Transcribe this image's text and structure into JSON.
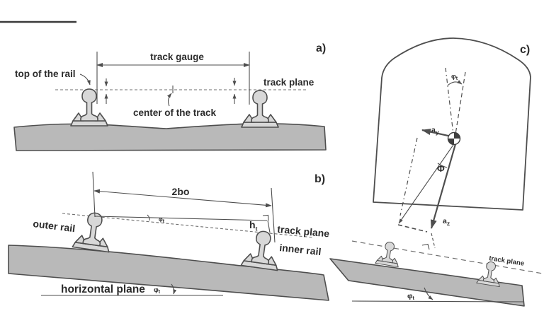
{
  "colors": {
    "bed": "#b9b9b9",
    "rail": "#d8d8d8",
    "line": "#4e4e4e",
    "dash": "#6f6f6f",
    "text": "#2b2b2b"
  },
  "figure_a": {
    "tag": "a)",
    "track_gauge": "track gauge",
    "top_of_the_rail": "top of the rail",
    "track_plane": "track plane",
    "center_of_the_track": "center of the track"
  },
  "figure_b": {
    "tag": "b)",
    "dim_2bo": "2bo",
    "outer_rail": "outer rail",
    "inner_rail": "inner rail",
    "track_plane": "track plane",
    "horizontal_plane": "horizontal plane",
    "cant_height": "h",
    "cant_height_sub": "t",
    "phi": "φ",
    "phi_sub": "t"
  },
  "figure_c": {
    "tag": "c)",
    "phi": "φ",
    "phi_sub": "t",
    "accel_lateral": "a",
    "accel_lateral_sub": "y",
    "accel_vertical": "a",
    "accel_vertical_sub": "z",
    "roll_angle": "Φ",
    "track_plane": "track plane"
  }
}
